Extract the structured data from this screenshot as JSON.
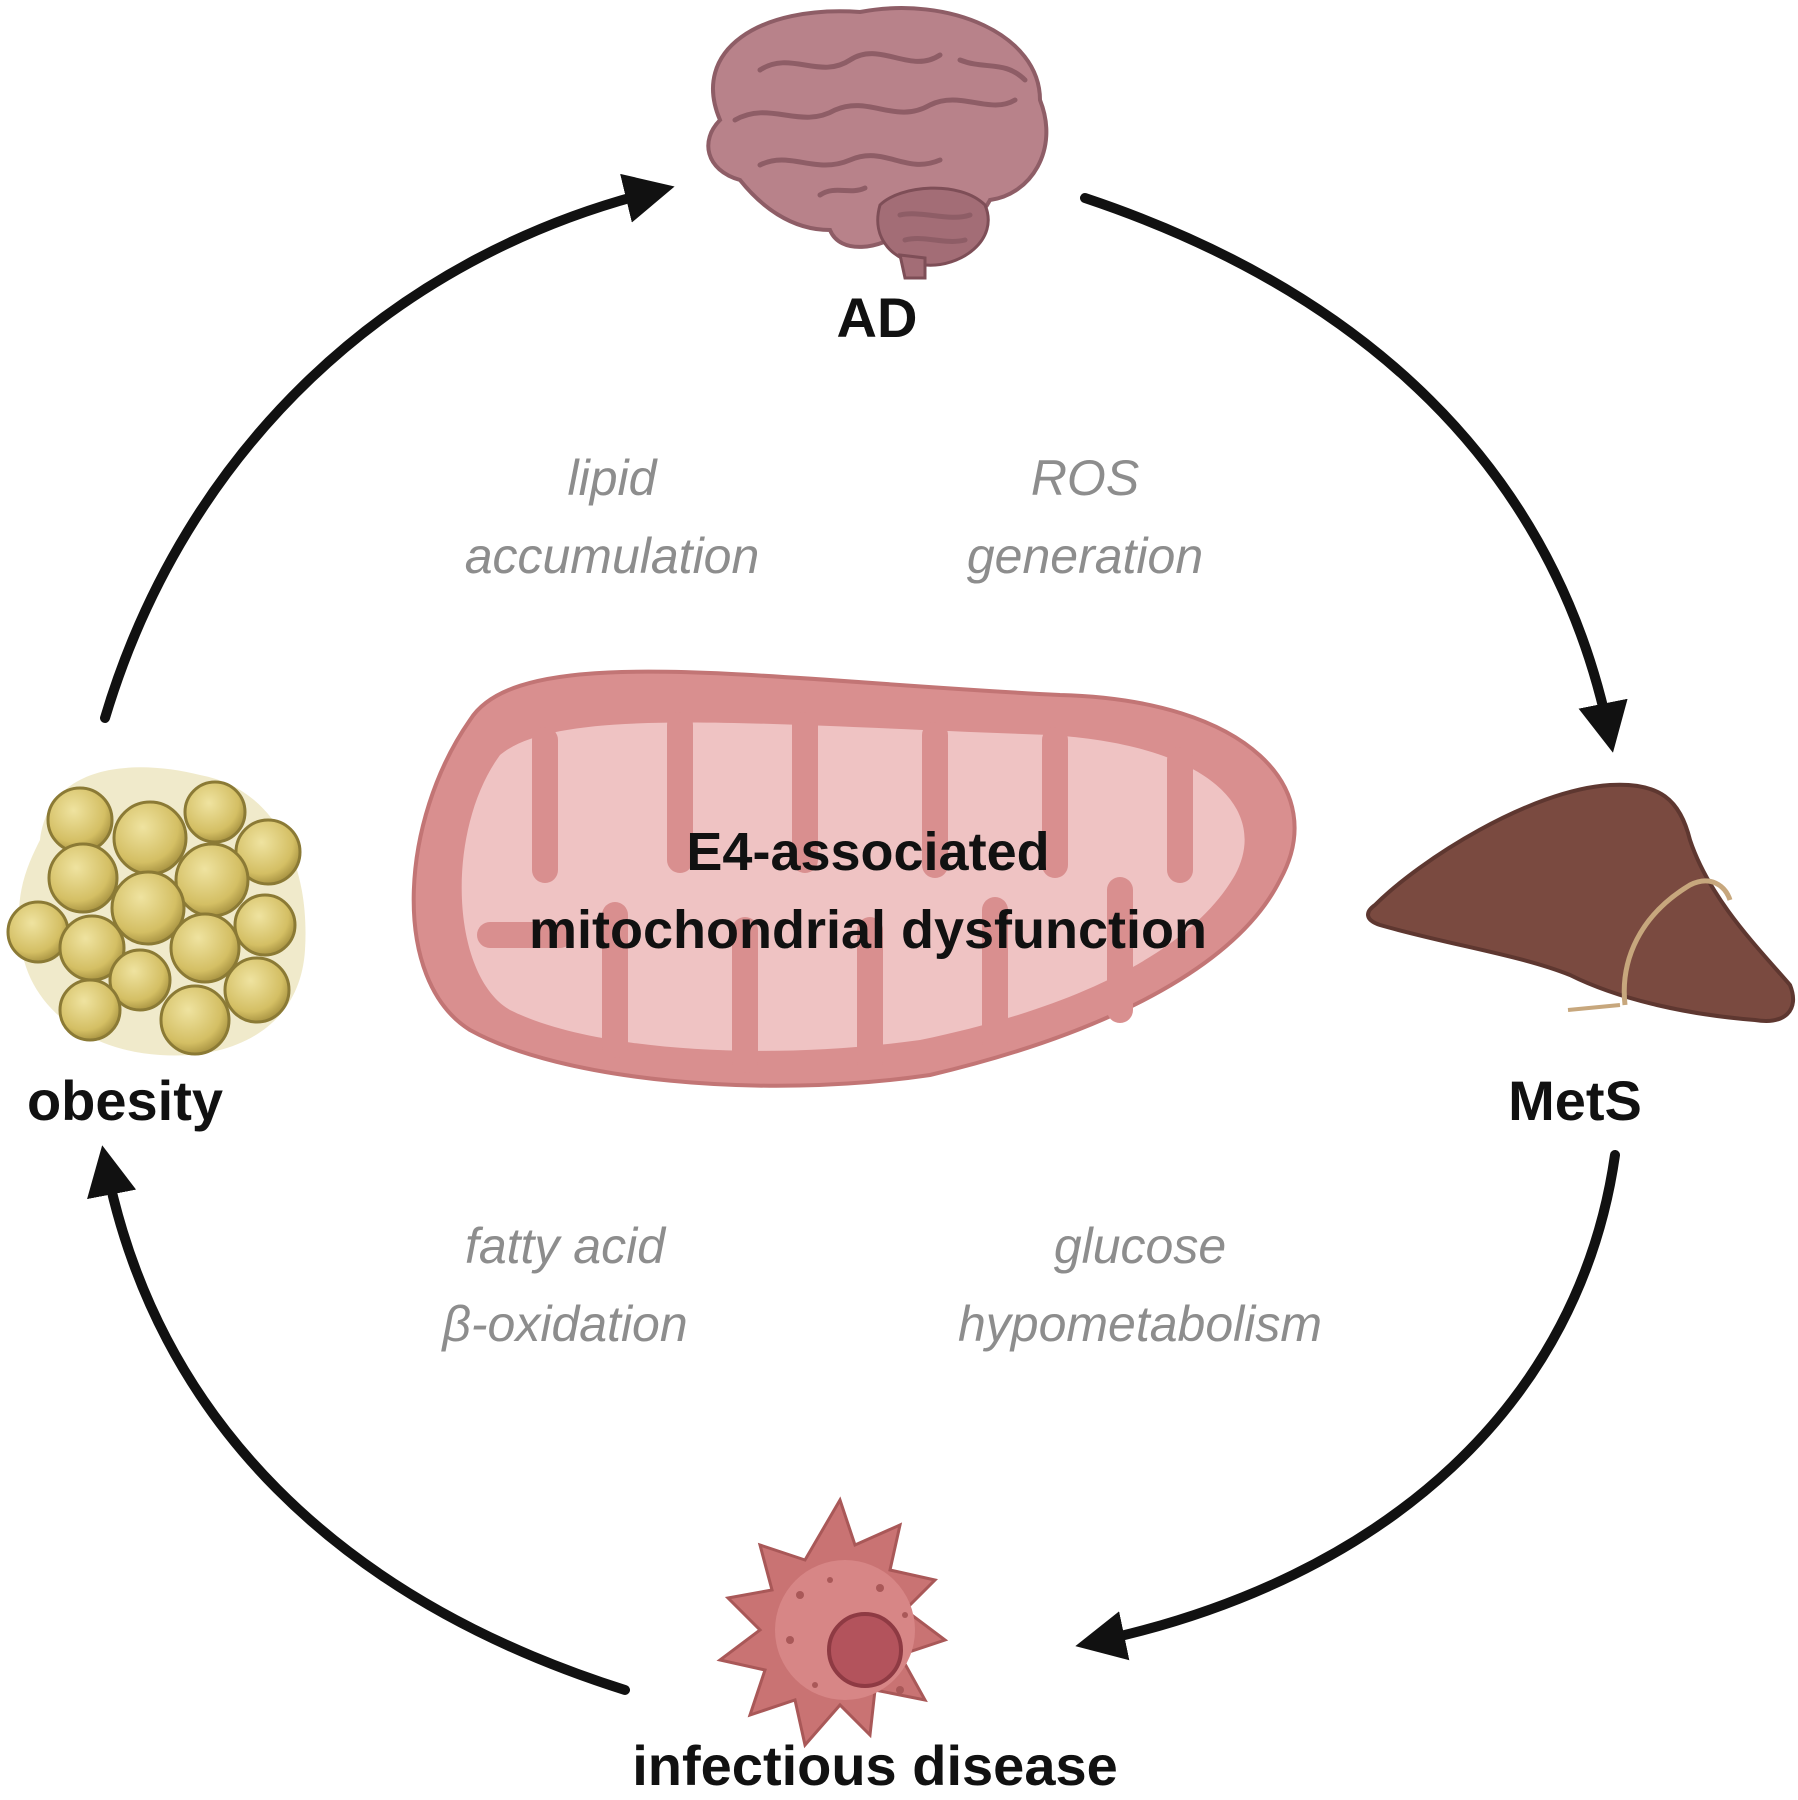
{
  "nodes": {
    "ad": {
      "label": "AD",
      "icon": "brain-icon"
    },
    "mets": {
      "label": "MetS",
      "icon": "liver-icon"
    },
    "infectious": {
      "label": "infectious disease",
      "icon": "immune-cell-icon"
    },
    "obesity": {
      "label": "obesity",
      "icon": "adipocyte-cluster-icon"
    }
  },
  "center": {
    "line1": "E4-associated",
    "line2": "mitochondrial dysfunction",
    "icon": "mitochondrion-icon"
  },
  "mechanisms": {
    "lipid": {
      "line1": "lipid",
      "line2": "accumulation"
    },
    "ros": {
      "line1": "ROS",
      "line2": "generation"
    },
    "fatty": {
      "line1": "fatty acid",
      "line2": "β-oxidation"
    },
    "glucose": {
      "line1": "glucose",
      "line2": "hypometabolism"
    }
  },
  "colors": {
    "arrow": "#111111",
    "mechanism_text": "#8d8d8d",
    "brain": "#b8828a",
    "liver": "#7a4a40",
    "mitochondrion_outer": "#d98f8f",
    "mitochondrion_inner": "#efc3c3",
    "adipocyte": "#d8c56f",
    "immune_cell": "#c97373"
  }
}
